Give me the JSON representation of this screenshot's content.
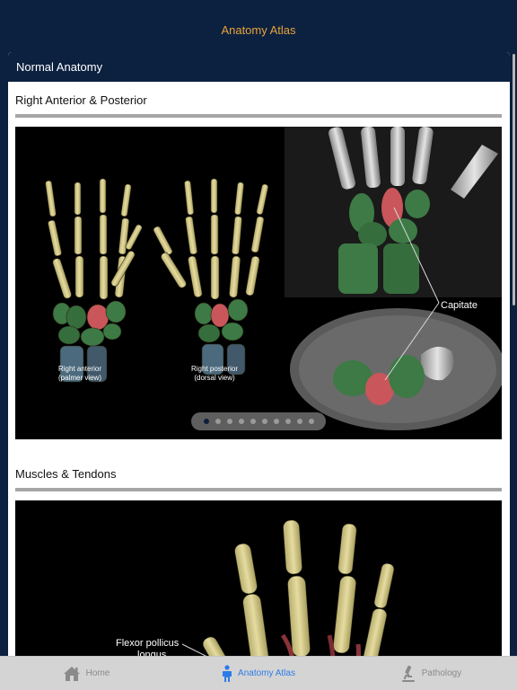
{
  "navbar": {
    "title": "Anatomy Atlas"
  },
  "card": {
    "title": "Normal Anatomy"
  },
  "sections": [
    {
      "title": "Right Anterior & Posterior",
      "image": {
        "labels": {
          "anterior_line1": "Right anterior",
          "anterior_line2": "(palmer view)",
          "posterior_line1": "Right posterior",
          "posterior_line2": "(dorsal view)",
          "callout": "Capitate"
        }
      },
      "carousel": {
        "count": 10,
        "active_index": 0
      }
    },
    {
      "title": "Muscles & Tendons",
      "image": {
        "labels": {
          "callout_line1": "Flexor pollicus",
          "callout_line2": "longus"
        }
      }
    }
  ],
  "tabbar": {
    "items": [
      {
        "label": "Home",
        "icon": "house-icon",
        "active": false
      },
      {
        "label": "Anatomy Atlas",
        "icon": "person-icon",
        "active": true
      },
      {
        "label": "Pathology",
        "icon": "microscope-icon",
        "active": false
      }
    ]
  },
  "colors": {
    "navy": "#0c2140",
    "accent": "#e8a33a",
    "active_tab": "#2c7ce8",
    "bone": "#d6cc8e",
    "carpal_green": "#3d7a45",
    "capitate_red": "#c9565a"
  }
}
